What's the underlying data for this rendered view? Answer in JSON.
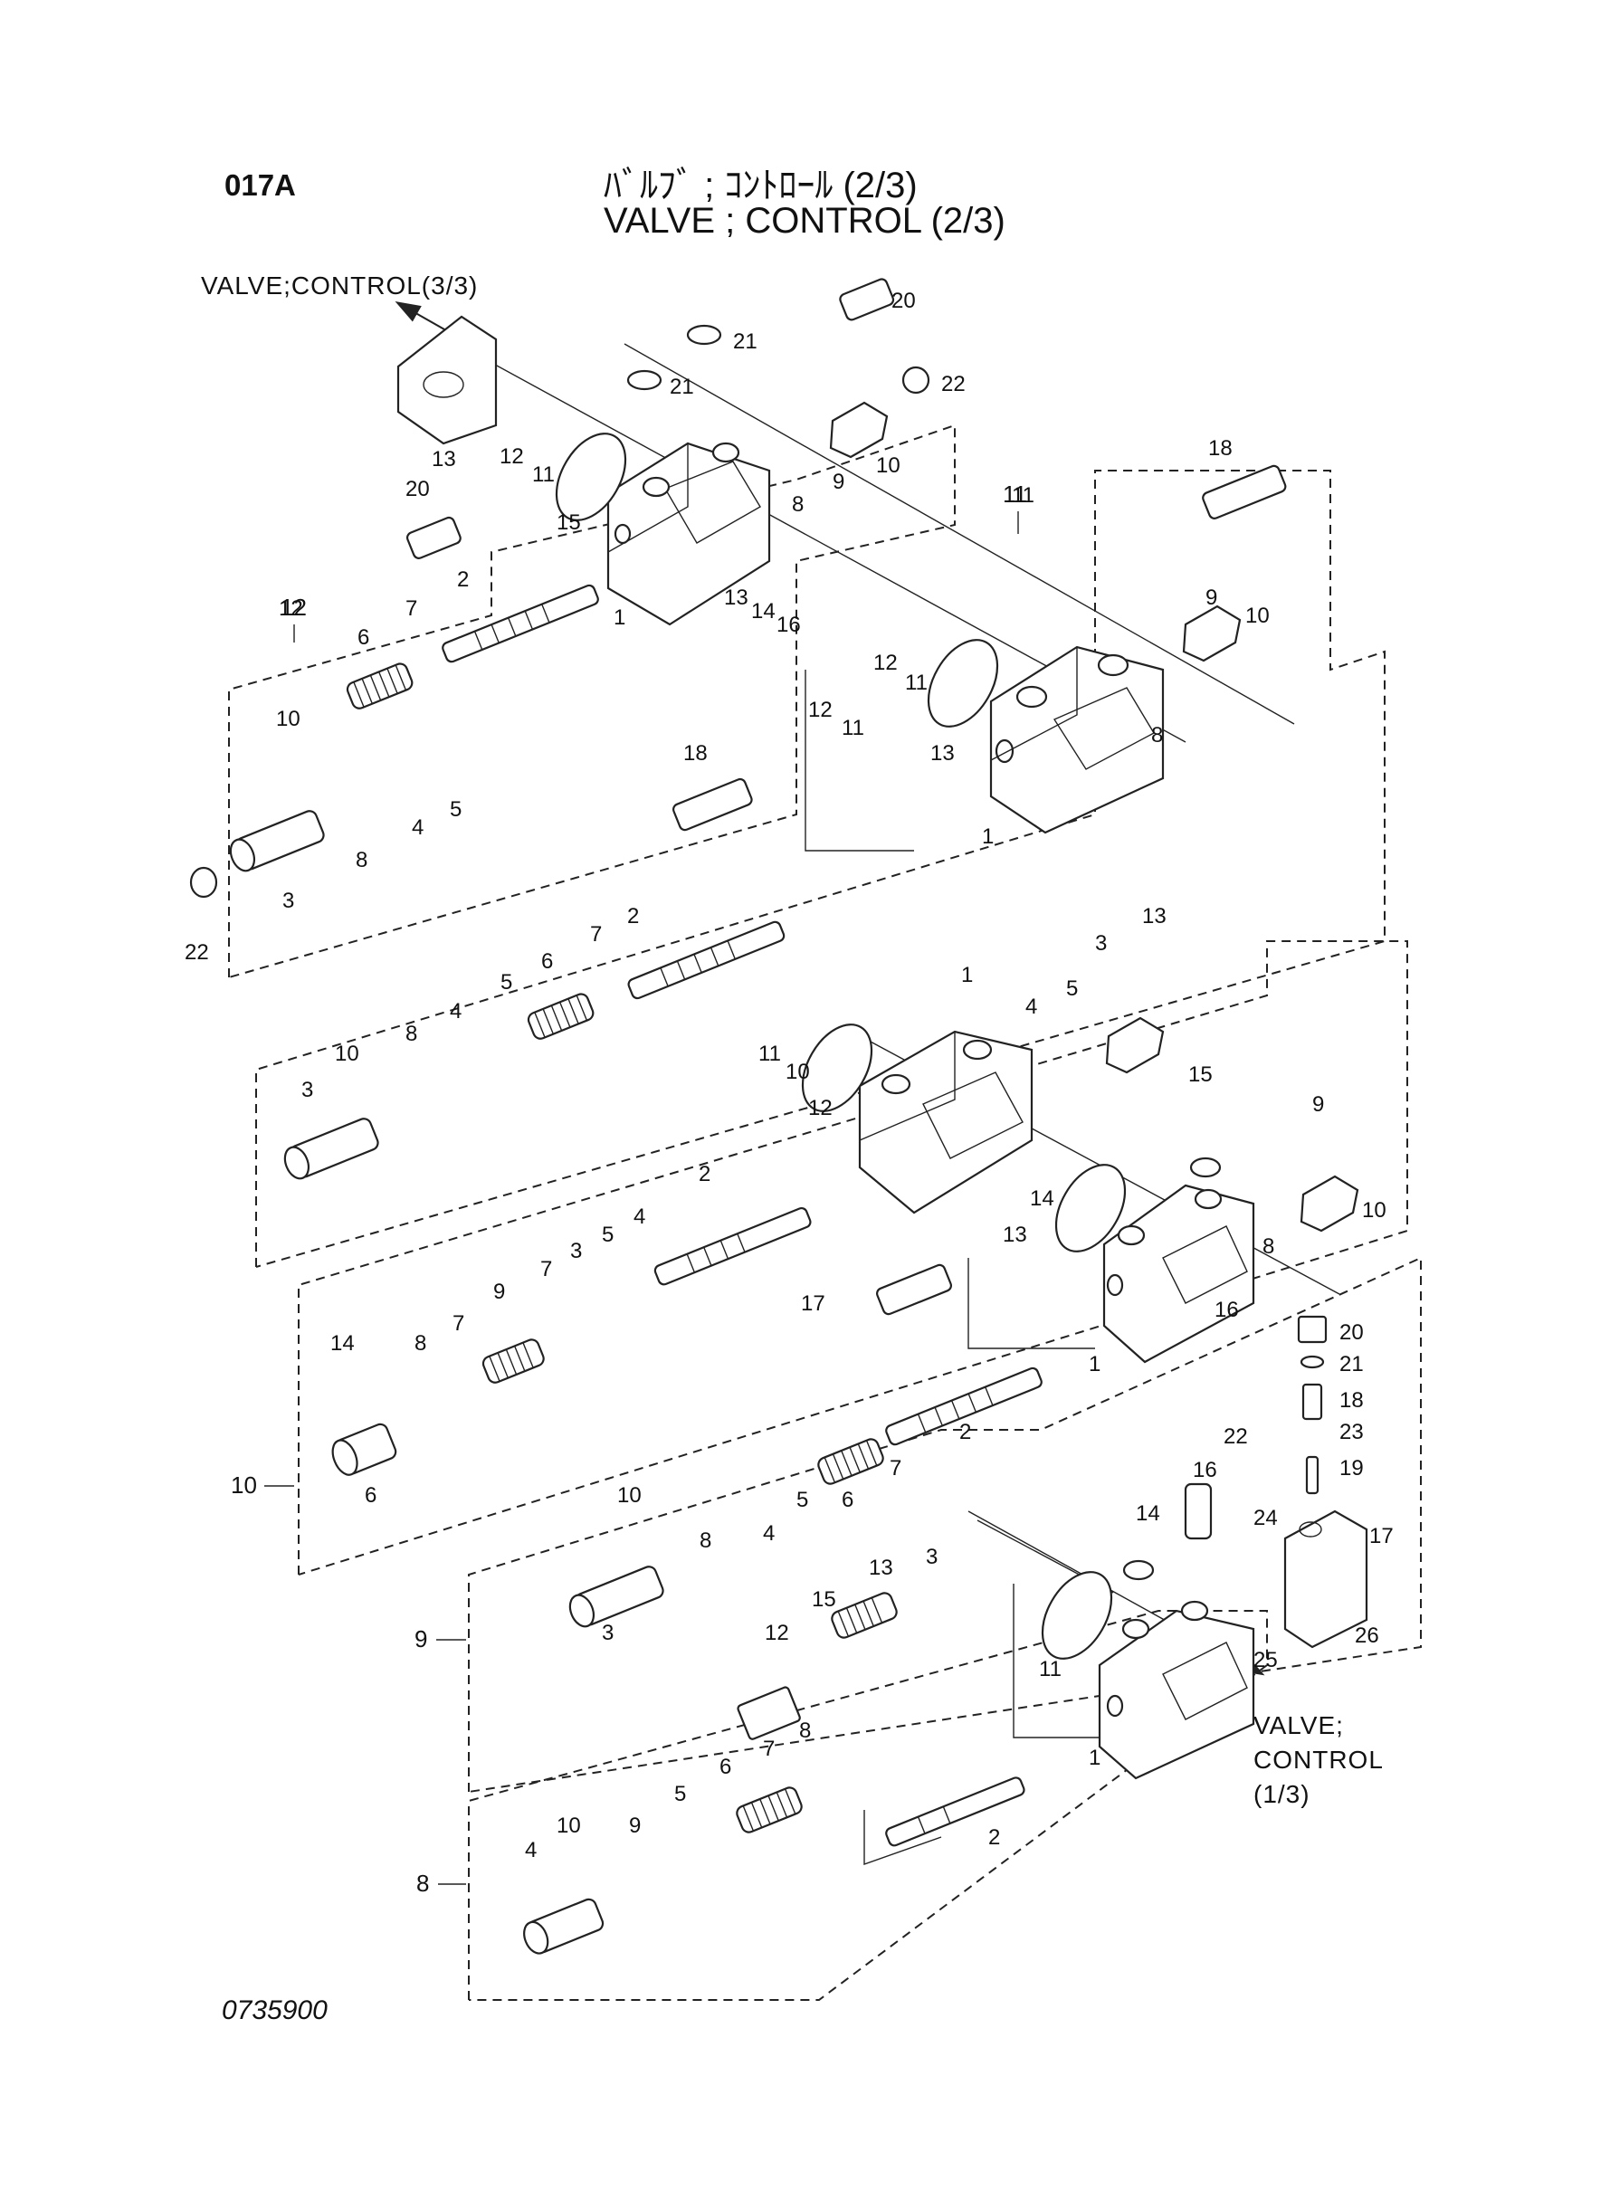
{
  "header": {
    "page_code": "017A",
    "title_jp": "ﾊﾞﾙﾌﾞ ; ｺﾝﾄﾛｰﾙ (2/3)",
    "title_en": "VALVE ; CONTROL (2/3)"
  },
  "cross_refs": {
    "top": "VALVE;CONTROL(3/3)",
    "bottom_line1": "VALVE;",
    "bottom_line2": "CONTROL",
    "bottom_line3": "(1/3)"
  },
  "drawing_number": "0735900",
  "group_labels": [
    "12",
    "11",
    "10",
    "9",
    "8"
  ],
  "callouts": {
    "top": [
      "20",
      "21",
      "21",
      "22",
      "13",
      "12",
      "11",
      "8",
      "9",
      "10",
      "20",
      "15",
      "13",
      "14",
      "16",
      "1",
      "2",
      "7",
      "6",
      "12",
      "10",
      "4",
      "5",
      "8",
      "3",
      "22"
    ],
    "group11": [
      "11",
      "18",
      "12",
      "11",
      "12",
      "11",
      "9",
      "10",
      "13",
      "8",
      "18",
      "1",
      "2",
      "7",
      "6",
      "5",
      "4",
      "8",
      "10",
      "3"
    ],
    "mid": [
      "13",
      "3",
      "1",
      "4",
      "5",
      "11",
      "10",
      "12",
      "15",
      "9",
      "14",
      "13",
      "10",
      "8",
      "16",
      "1",
      "2",
      "4",
      "5",
      "3",
      "7",
      "9",
      "17",
      "14",
      "8",
      "7",
      "6"
    ],
    "group9": [
      "20",
      "21",
      "18",
      "23",
      "22",
      "19",
      "2",
      "7",
      "6",
      "5",
      "4",
      "8",
      "10",
      "3",
      "16",
      "14",
      "24",
      "17",
      "13",
      "3",
      "15",
      "12",
      "11",
      "25",
      "26"
    ],
    "group8": [
      "7",
      "8",
      "6",
      "5",
      "10",
      "9",
      "4",
      "2",
      "1"
    ]
  }
}
